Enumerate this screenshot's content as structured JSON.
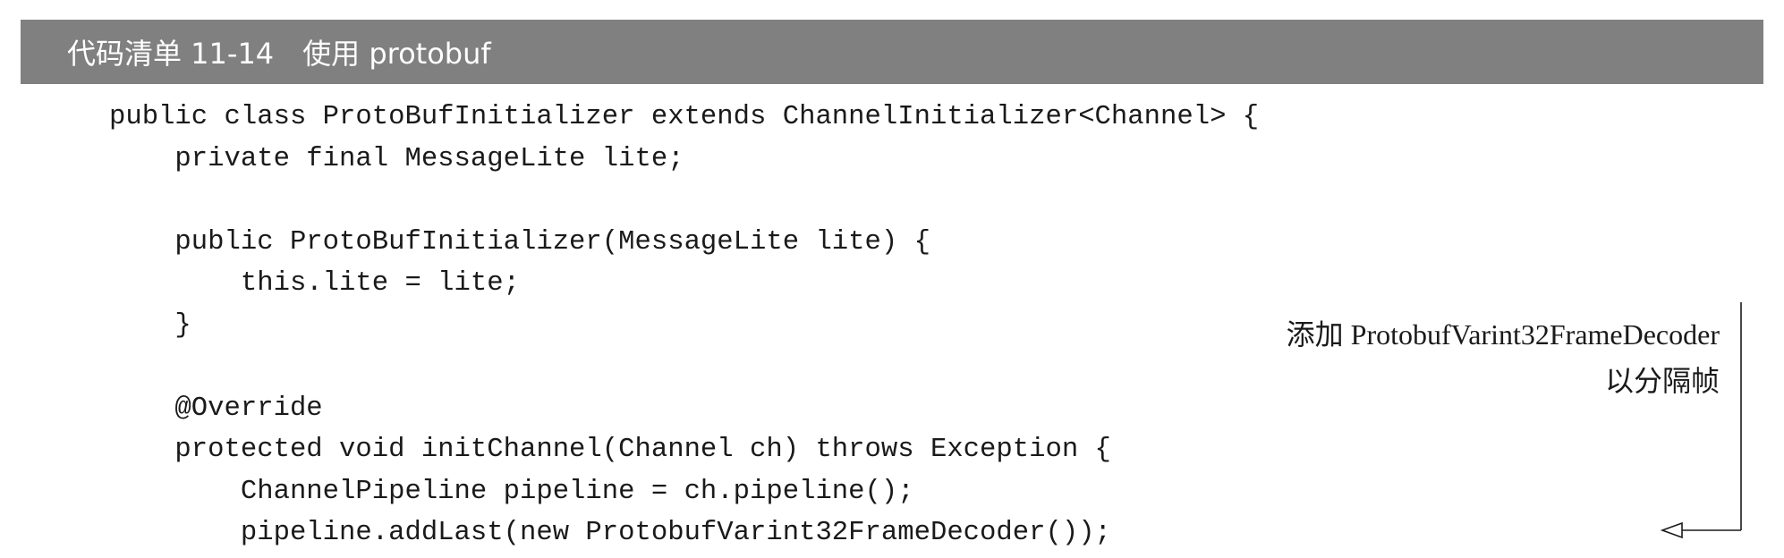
{
  "header": {
    "title": "代码清单 11-14　使用 protobuf"
  },
  "code": {
    "lines": [
      "public class ProtoBufInitializer extends ChannelInitializer<Channel> {",
      "    private final MessageLite lite;",
      "",
      "    public ProtoBufInitializer(MessageLite lite) {",
      "        this.lite = lite;",
      "    }",
      "",
      "    @Override",
      "    protected void initChannel(Channel ch) throws Exception {",
      "        ChannelPipeline pipeline = ch.pipeline();",
      "        pipeline.addLast(new ProtobufVarint32FrameDecoder());"
    ]
  },
  "annotation": {
    "line1": "添加 ProtobufVarint32FrameDecoder",
    "line2": "以分隔帧"
  },
  "colors": {
    "header_background": "#808080",
    "header_text": "#ffffff",
    "text": "#1a1a1a"
  }
}
